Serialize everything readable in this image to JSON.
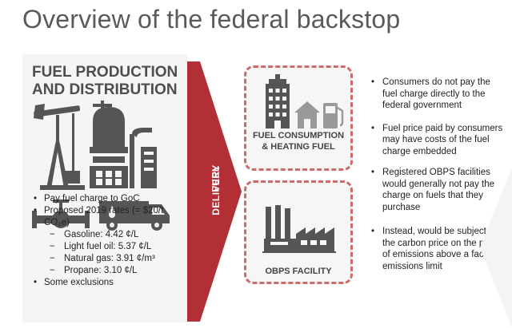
{
  "title": "Overview of the federal backstop",
  "production": {
    "heading_line1": "FUEL PRODUCTION",
    "heading_line2": "AND DISTRIBUTION",
    "bullets": [
      "Pay fuel charge to GoC",
      "Proposed 2019 rates (= $20/t CO₂e)"
    ],
    "rates": [
      "Gasoline: 4.42 ¢/L",
      "Light fuel oil: 5.37 ¢/L",
      "Natural gas: 3.91 ¢/m³",
      "Propane: 3.10 ¢/L"
    ],
    "last_bullet": "Some exclusions"
  },
  "arrow": {
    "line1": "FUEL",
    "line2": "DELIVERY"
  },
  "consumption_box": {
    "line1": "FUEL CONSUMPTION",
    "line2": "& HEATING FUEL"
  },
  "obps_box": {
    "label": "OBPS FACILITY"
  },
  "right_bullets": [
    "Consumers do not pay the fuel charge directly to the federal government",
    "Fuel price paid by consumers may have costs of the fuel charge embedded",
    "Registered OBPS facilities would generally not pay the charge on fuels that they purchase",
    "Instead, would be subject to the carbon price on the portion of emissions above a facility emissions limit"
  ],
  "colors": {
    "accent_red": "#b22f36",
    "dashed_border": "#cc6b6b",
    "icon_gray": "#555555",
    "title_gray": "#5a5a5a"
  }
}
